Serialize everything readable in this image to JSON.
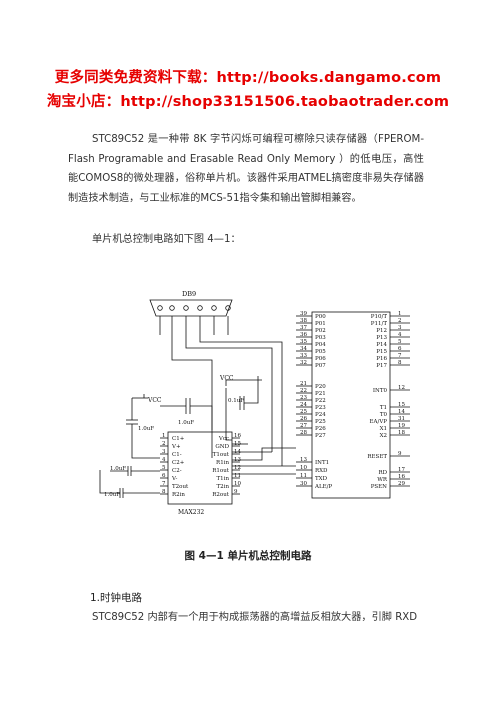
{
  "promo": {
    "line1": "更多同类免费资料下载：http://books.dangamo.com",
    "line2": "淘宝小店：http://shop33151506.taobaotrader.com"
  },
  "paragraphs": {
    "p1": "STC89C52 是一种带 8K 字节闪烁可编程可檫除只读存储器（FPEROM-Flash Programable and Erasable Read Only Memory ）的低电压，高性能COMOS8的微处理器，俗称单片机。该器件采用ATMEL搞密度非易失存储器制造技术制造，与工业标准的MCS-51指令集和输出管脚相兼容。",
    "p2": "单片机总控制电路如下图 4—1：",
    "p3": "STC89C52 内部有一个用于构成振荡器的高增益反相放大器，引脚 RXD"
  },
  "figure": {
    "caption": "图 4—1 单片机总控制电路",
    "connector_label": "DB9",
    "vcc_label": "VCC",
    "cap_1uf": "1.0uF",
    "cap_01uf": "0.1uF",
    "max_label": "MAX232",
    "mcu_left_pins": [
      {
        "num": "39",
        "name": "P00"
      },
      {
        "num": "38",
        "name": "P01"
      },
      {
        "num": "37",
        "name": "P02"
      },
      {
        "num": "36",
        "name": "P03"
      },
      {
        "num": "35",
        "name": "P04"
      },
      {
        "num": "34",
        "name": "P05"
      },
      {
        "num": "33",
        "name": "P06"
      },
      {
        "num": "32",
        "name": "P07"
      },
      {
        "num": "21",
        "name": "P20"
      },
      {
        "num": "22",
        "name": "P21"
      },
      {
        "num": "23",
        "name": "P22"
      },
      {
        "num": "24",
        "name": "P23"
      },
      {
        "num": "25",
        "name": "P24"
      },
      {
        "num": "26",
        "name": "P25"
      },
      {
        "num": "27",
        "name": "P26"
      },
      {
        "num": "28",
        "name": "P27"
      },
      {
        "num": "13",
        "name": "INT1"
      },
      {
        "num": "10",
        "name": "RXD"
      },
      {
        "num": "11",
        "name": "TXD"
      },
      {
        "num": "30",
        "name": "ALE/P"
      }
    ],
    "mcu_right_pins": [
      {
        "num": "1",
        "name": "P10/T"
      },
      {
        "num": "2",
        "name": "P11/T"
      },
      {
        "num": "3",
        "name": "P12"
      },
      {
        "num": "4",
        "name": "P13"
      },
      {
        "num": "5",
        "name": "P14"
      },
      {
        "num": "6",
        "name": "P15"
      },
      {
        "num": "7",
        "name": "P16"
      },
      {
        "num": "8",
        "name": "P17"
      },
      {
        "num": "12",
        "name": "INT0"
      },
      {
        "num": "15",
        "name": "T1"
      },
      {
        "num": "14",
        "name": "T0"
      },
      {
        "num": "31",
        "name": "EA/VP"
      },
      {
        "num": "19",
        "name": "X1"
      },
      {
        "num": "18",
        "name": "X2"
      },
      {
        "num": "9",
        "name": "RESET"
      },
      {
        "num": "17",
        "name": "RD"
      },
      {
        "num": "16",
        "name": "WR"
      },
      {
        "num": "29",
        "name": "PSEN"
      }
    ],
    "max_left_pins": [
      {
        "num": "1",
        "name": "C1+"
      },
      {
        "num": "2",
        "name": "V+"
      },
      {
        "num": "3",
        "name": "C1-"
      },
      {
        "num": "4",
        "name": "C2+"
      },
      {
        "num": "5",
        "name": "C2-"
      },
      {
        "num": "6",
        "name": "V-"
      },
      {
        "num": "7",
        "name": "T2out"
      },
      {
        "num": "8",
        "name": "R2in"
      }
    ],
    "max_right_pins": [
      {
        "num": "16",
        "name": "Vcc"
      },
      {
        "num": "15",
        "name": "GND"
      },
      {
        "num": "14",
        "name": "T1out"
      },
      {
        "num": "13",
        "name": "R1in"
      },
      {
        "num": "12",
        "name": "R1out"
      },
      {
        "num": "11",
        "name": "T1in"
      },
      {
        "num": "10",
        "name": "T2in"
      },
      {
        "num": "9",
        "name": "R2out"
      }
    ]
  },
  "section1": {
    "heading": "1.时钟电路"
  }
}
